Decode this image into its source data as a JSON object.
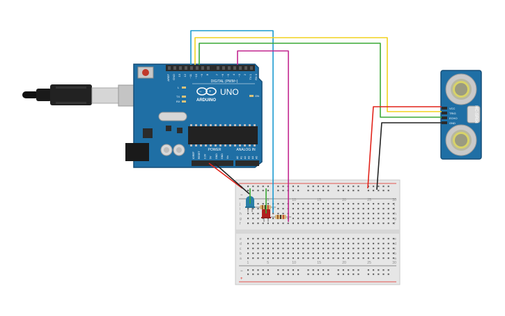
{
  "arduino": {
    "brand": "ARDUINO",
    "model": "UNO",
    "digital_label": "DIGITAL (PWM~)",
    "power_label": "POWER",
    "analog_label": "ANALOG IN",
    "top_pins": [
      "AREF",
      "GND",
      "13",
      "12",
      "~11",
      "~10",
      "~9",
      "8",
      "7",
      "~6",
      "~5",
      "4",
      "~3",
      "2",
      "TX 1",
      "RX 0"
    ],
    "power_pins": [
      "IOREF",
      "RESET",
      "3.3V",
      "5V",
      "GND",
      "GND",
      "Vin"
    ],
    "analog_pins": [
      "A0",
      "A1",
      "A2",
      "A3",
      "A4",
      "A5"
    ],
    "led_labels": [
      "L",
      "TX",
      "RX"
    ],
    "on_label": "ON"
  },
  "sensor": {
    "model": "HC-SR04",
    "pins": [
      "VCC",
      "TRIG",
      "ECHO",
      "GND"
    ]
  },
  "breadboard": {
    "row_letters_top": [
      "j",
      "i",
      "h",
      "g",
      "f"
    ],
    "row_letters_bottom": [
      "e",
      "d",
      "c",
      "b",
      "a"
    ],
    "plus": "+",
    "minus": "−",
    "column_numbers": [
      "1",
      "5",
      "10",
      "15",
      "20",
      "25",
      "30"
    ]
  },
  "colors": {
    "board_blue": "#1f6fa5",
    "wire_red": "#e2231a",
    "wire_black": "#222222",
    "wire_blue": "#1b9bd1",
    "wire_yellow": "#f2d21f",
    "wire_green": "#3aa935",
    "wire_magenta": "#c2278f",
    "led_blue": "#2a7fa8",
    "led_red": "#b01e1e"
  }
}
